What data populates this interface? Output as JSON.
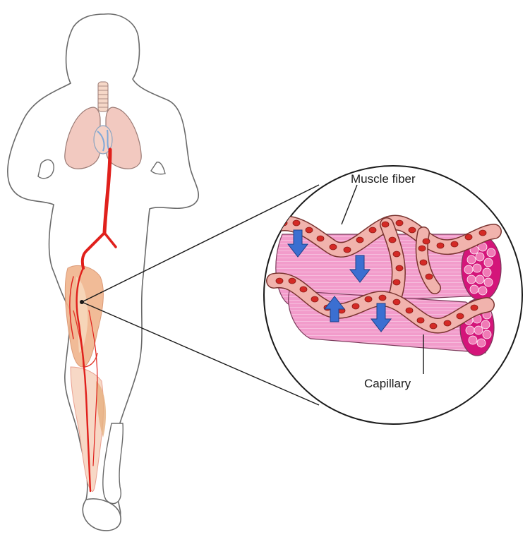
{
  "labels": {
    "muscle_fiber": "Muscle fiber",
    "capillary": "Capillary"
  },
  "colors": {
    "artery": "#e0201c",
    "lung": "#f2c9c0",
    "lung_outline": "#9a7a74",
    "muscle": "#f08cc4",
    "muscle_dark": "#d4157a",
    "capillary": "#f1b3ad",
    "capillary_outline": "#7a3430",
    "rbc": "#d42a26",
    "arrow": "#3b6fd1",
    "leg": "#f4c6a2"
  },
  "arrows": [
    {
      "direction": "down"
    },
    {
      "direction": "down"
    },
    {
      "direction": "up"
    },
    {
      "direction": "down"
    }
  ]
}
